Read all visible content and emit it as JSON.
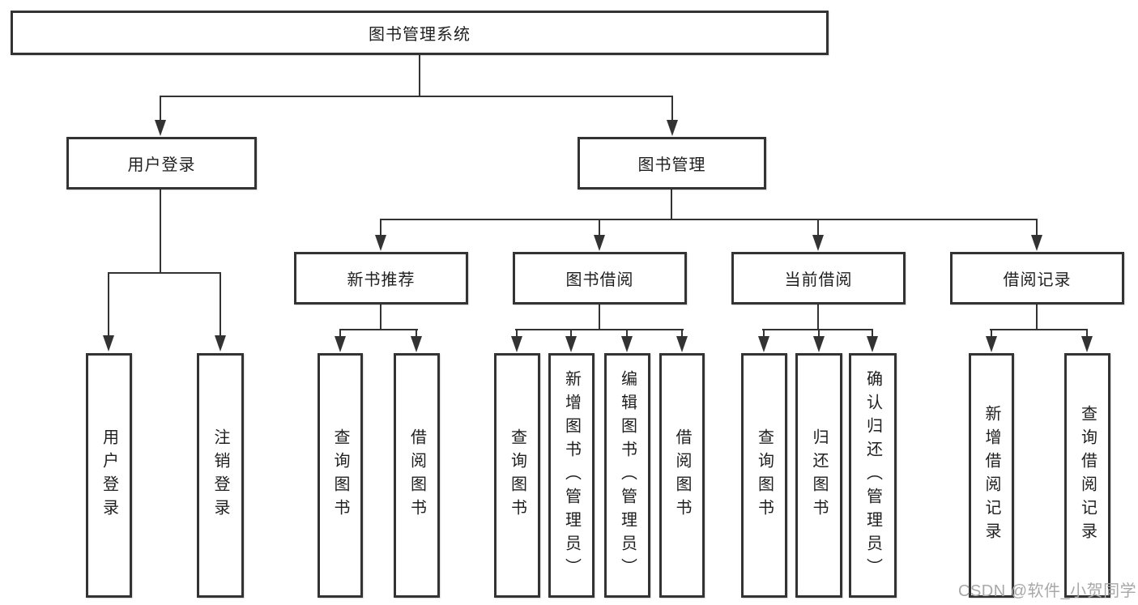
{
  "diagram": {
    "root": {
      "label": "图书管理系统"
    },
    "branches": {
      "user_login": {
        "label": "用户登录",
        "children": [
          {
            "label": "用户登录"
          },
          {
            "label": "注销登录"
          }
        ]
      },
      "book_management": {
        "label": "图书管理",
        "children": [
          {
            "label": "新书推荐",
            "children": [
              {
                "label": "查询图书"
              },
              {
                "label": "借阅图书"
              }
            ]
          },
          {
            "label": "图书借阅",
            "children": [
              {
                "label": "查询图书"
              },
              {
                "label": "新增图书（管理员）"
              },
              {
                "label": "编辑图书（管理员）"
              },
              {
                "label": "借阅图书"
              }
            ]
          },
          {
            "label": "当前借阅",
            "children": [
              {
                "label": "查询图书"
              },
              {
                "label": "归还图书"
              },
              {
                "label": "确认归还（管理员）"
              }
            ]
          },
          {
            "label": "借阅记录",
            "children": [
              {
                "label": "新增借阅记录"
              },
              {
                "label": "查询借阅记录"
              }
            ]
          }
        ]
      }
    },
    "watermark": "CSDN @软件_小贺同学",
    "colors": {
      "line": "#333333",
      "text": "#1f1f1f",
      "background": "#ffffff",
      "watermark": "#a8a8a8"
    }
  }
}
